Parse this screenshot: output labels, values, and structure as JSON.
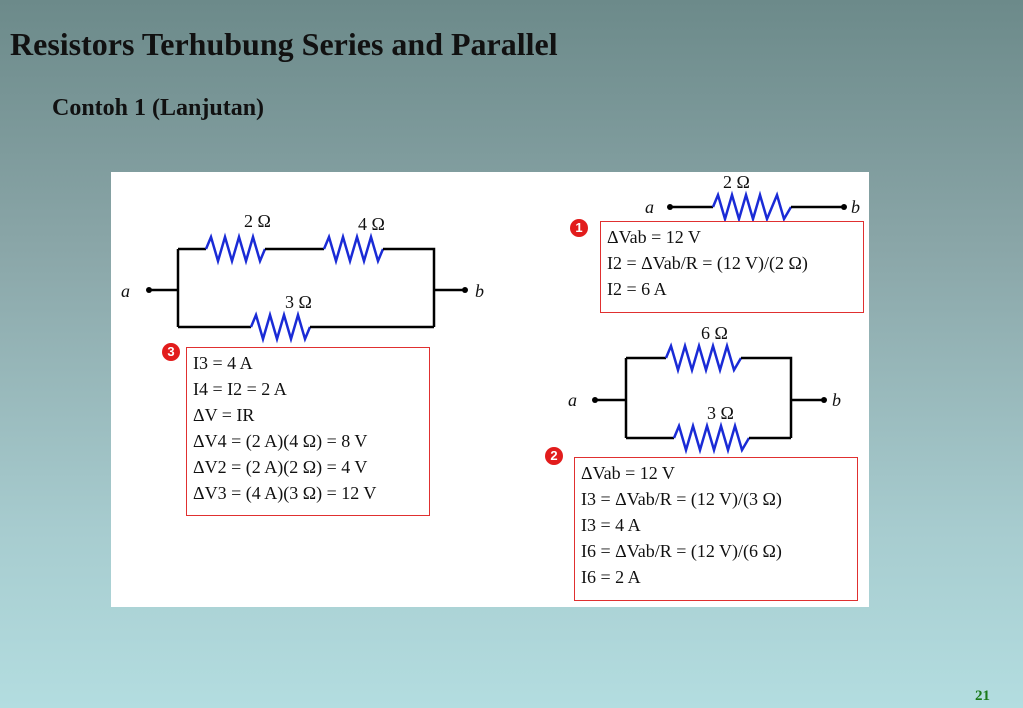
{
  "slide": {
    "title": "Resistors Terhubung Series and Parallel",
    "subtitle": "Contoh 1 (Lanjutan)",
    "page_number": "21"
  },
  "colors": {
    "resistor": "#1a2bd6",
    "wire": "#000000",
    "box_border": "#e03030",
    "badge": "#e21c1c",
    "page_number": "#1a7a1a"
  },
  "diagram": {
    "left_circuit": {
      "node_a": "a",
      "node_b": "b",
      "r_top_1": "2 Ω",
      "r_top_2": "4 Ω",
      "r_bottom": "3 Ω"
    },
    "top_right_circuit": {
      "node_a": "a",
      "node_b": "b",
      "r": "2 Ω"
    },
    "mid_right_circuit": {
      "node_a": "a",
      "node_b": "b",
      "r_top": "6 Ω",
      "r_bottom": "3 Ω"
    },
    "box1": {
      "badge": "1",
      "lines": [
        "ΔVab = 12 V",
        "I2 = ΔVab/R = (12 V)/(2 Ω)",
        "I2 = 6 A"
      ]
    },
    "box2": {
      "badge": "2",
      "lines": [
        "ΔVab = 12 V",
        "I3 = ΔVab/R = (12 V)/(3 Ω)",
        "I3 = 4 A",
        "I6 = ΔVab/R = (12 V)/(6 Ω)",
        "I6 = 2 A"
      ]
    },
    "box3": {
      "badge": "3",
      "lines": [
        "I3 = 4 A",
        "I4 = I2 = 2 A",
        "ΔV = IR",
        "ΔV4 = (2 A)(4 Ω) = 8 V",
        "ΔV2 = (2 A)(2 Ω) = 4 V",
        "ΔV3 = (4 A)(3 Ω) = 12 V"
      ]
    }
  }
}
